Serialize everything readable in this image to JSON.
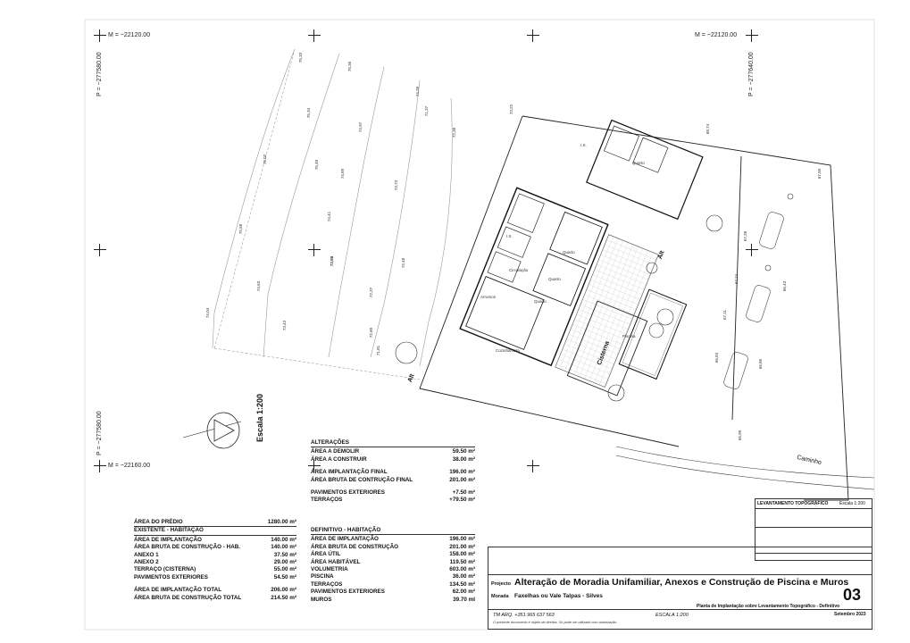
{
  "grid": {
    "m_left": "M = −22120.00",
    "m_right": "M = −22120.00",
    "m_bottom": "M = −22160.00",
    "p_left_top": "P = −277580.00",
    "p_right_top": "P = −277640.00",
    "p_left_bottom": "P = −277580.00"
  },
  "drawing": {
    "scale": "Escala 1:200",
    "road": "Caminho",
    "cisterna": "Cisterna",
    "alt_labels": [
      "Alt",
      "Alt"
    ],
    "room_labels": [
      "Quarto",
      "Quarto",
      "Quarto",
      "Quarto",
      "Cozinha/Sala",
      "Arrumos",
      "Circulação",
      "Piscina",
      "I.S.",
      "I.S."
    ],
    "elevations": [
      "75,33",
      "75,36",
      "74,39",
      "73,22",
      "72,38",
      "75,34",
      "74,97",
      "73,89",
      "76,02",
      "75,40",
      "74,89",
      "73,73",
      "72,48",
      "75,58",
      "74,41",
      "73,84",
      "72,37",
      "71,37",
      "74,63",
      "72,60",
      "71,81",
      "74,04",
      "73,43",
      "68,74",
      "67,50",
      "67,38",
      "66,43",
      "67,24",
      "67,11",
      "66,84",
      "66,86",
      "65,99"
    ]
  },
  "alteracoes": {
    "title": "ALTERAÇÕES",
    "rows": [
      {
        "label": "ÁREA A DEMOLIR",
        "value": "59.50 m²"
      },
      {
        "label": "ÁREA A CONSTRUIR",
        "value": "38.00 m²"
      },
      {
        "label": "ÁREA IMPLANTAÇÃO FINAL",
        "value": "196.00 m²"
      },
      {
        "label": "ÁREA BRUTA DE CONTRUÇÃO FINAL",
        "value": "201.00 m²"
      },
      {
        "label": "PAVIMENTOS EXTERIORES",
        "value": "+7.50 m²"
      },
      {
        "label": "TERRAÇOS",
        "value": "+79.50 m²"
      }
    ]
  },
  "existente": {
    "area_predio_label": "ÁREA DO PRÉDIO",
    "area_predio_value": "1280.00 m²",
    "title": "EXISTENTE - HABITAÇÃO",
    "rows": [
      {
        "label": "ÁREA DE IMPLANTAÇÃO",
        "value": "140.00 m²"
      },
      {
        "label": "ÁREA BRUTA DE CONSTRUÇÃO - HAB.",
        "value": "140.00 m²"
      },
      {
        "label": "ANEXO 1",
        "value": "37.50 m²"
      },
      {
        "label": "ANEXO 2",
        "value": "29.00 m²"
      },
      {
        "label": "TERRAÇO (CISTERNA)",
        "value": "55.00 m²"
      },
      {
        "label": "PAVIMENTOS EXTERIORES",
        "value": "54.50 m²"
      }
    ],
    "totals": [
      {
        "label": "ÁREA DE IMPLANTAÇÃO TOTAL",
        "value": "206.00 m²"
      },
      {
        "label": "ÁREA BRUTA DE CONSTRUÇÃO TOTAL",
        "value": "214.50 m²"
      }
    ]
  },
  "definitivo": {
    "title": "DEFINITIVO - HABITAÇÃO",
    "rows": [
      {
        "label": "ÁREA DE IMPLANTAÇÃO",
        "value": "196.00 m²"
      },
      {
        "label": "ÁREA BRUTA DE CONSTRUÇÃO",
        "value": "201.00 m²"
      },
      {
        "label": "ÁREA ÚTIL",
        "value": "158.00 m²"
      },
      {
        "label": "ÁREA HABITÁVEL",
        "value": "119.50 m²"
      },
      {
        "label": "VOLUMETRIA",
        "value": "603.00 m³"
      },
      {
        "label": "PISCINA",
        "value": "36.00 m²"
      },
      {
        "label": "TERRAÇOS",
        "value": "134.50 m²"
      },
      {
        "label": "PAVIMENTOS EXTERIORES",
        "value": "62.00 m²"
      },
      {
        "label": "MUROS",
        "value": "39.70 ml"
      }
    ]
  },
  "title_block": {
    "legend_title": "LEVANTAMENTO TOPOGRÁFICO",
    "legend_scale": "Escala 1:200",
    "projecto_label": "Projecto",
    "projecto_value": "Alteração de Moradia Unifamiliar, Anexos e Construção de Piscina e Muros",
    "morada_label": "Morada",
    "morada_value": "Faxelhas ou Vale Talpas - Silves",
    "sheet_number": "03",
    "sheet_description": "Planta de Implantação sobre Levantamento Topográfico - Definitivo",
    "date": "Setembro 2023",
    "scale": "ESCALA 1:200",
    "author": "TM ARQ. +351 965 637 563",
    "disclaimer": "O presente documento é objeto de direitos. Só pode ser utilizado com autorização."
  }
}
